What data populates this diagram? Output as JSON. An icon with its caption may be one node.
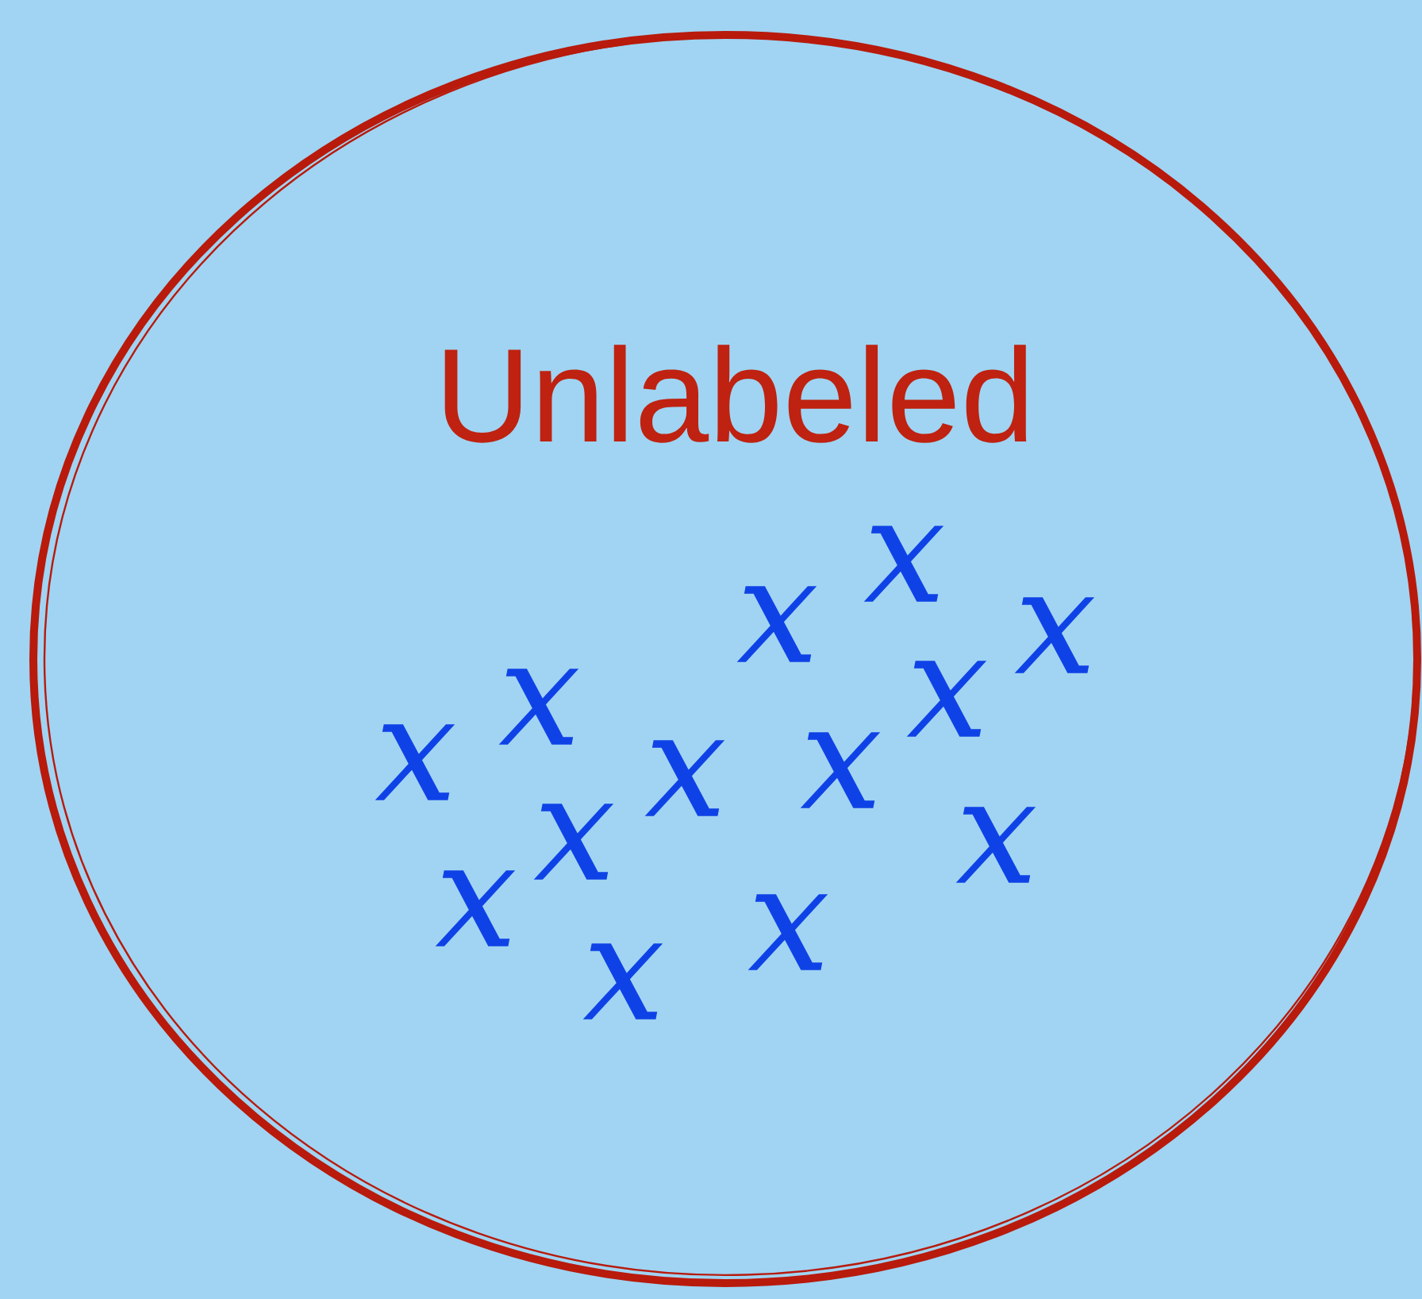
{
  "diagram": {
    "nodes": [
      {
        "text": [
          "Unlabeled"
        ]
      }
    ],
    "labels": [
      "x",
      "x",
      "x",
      "x",
      "x",
      "x",
      "x",
      "x",
      "x",
      "x",
      "x",
      "x",
      "x"
    ]
  }
}
